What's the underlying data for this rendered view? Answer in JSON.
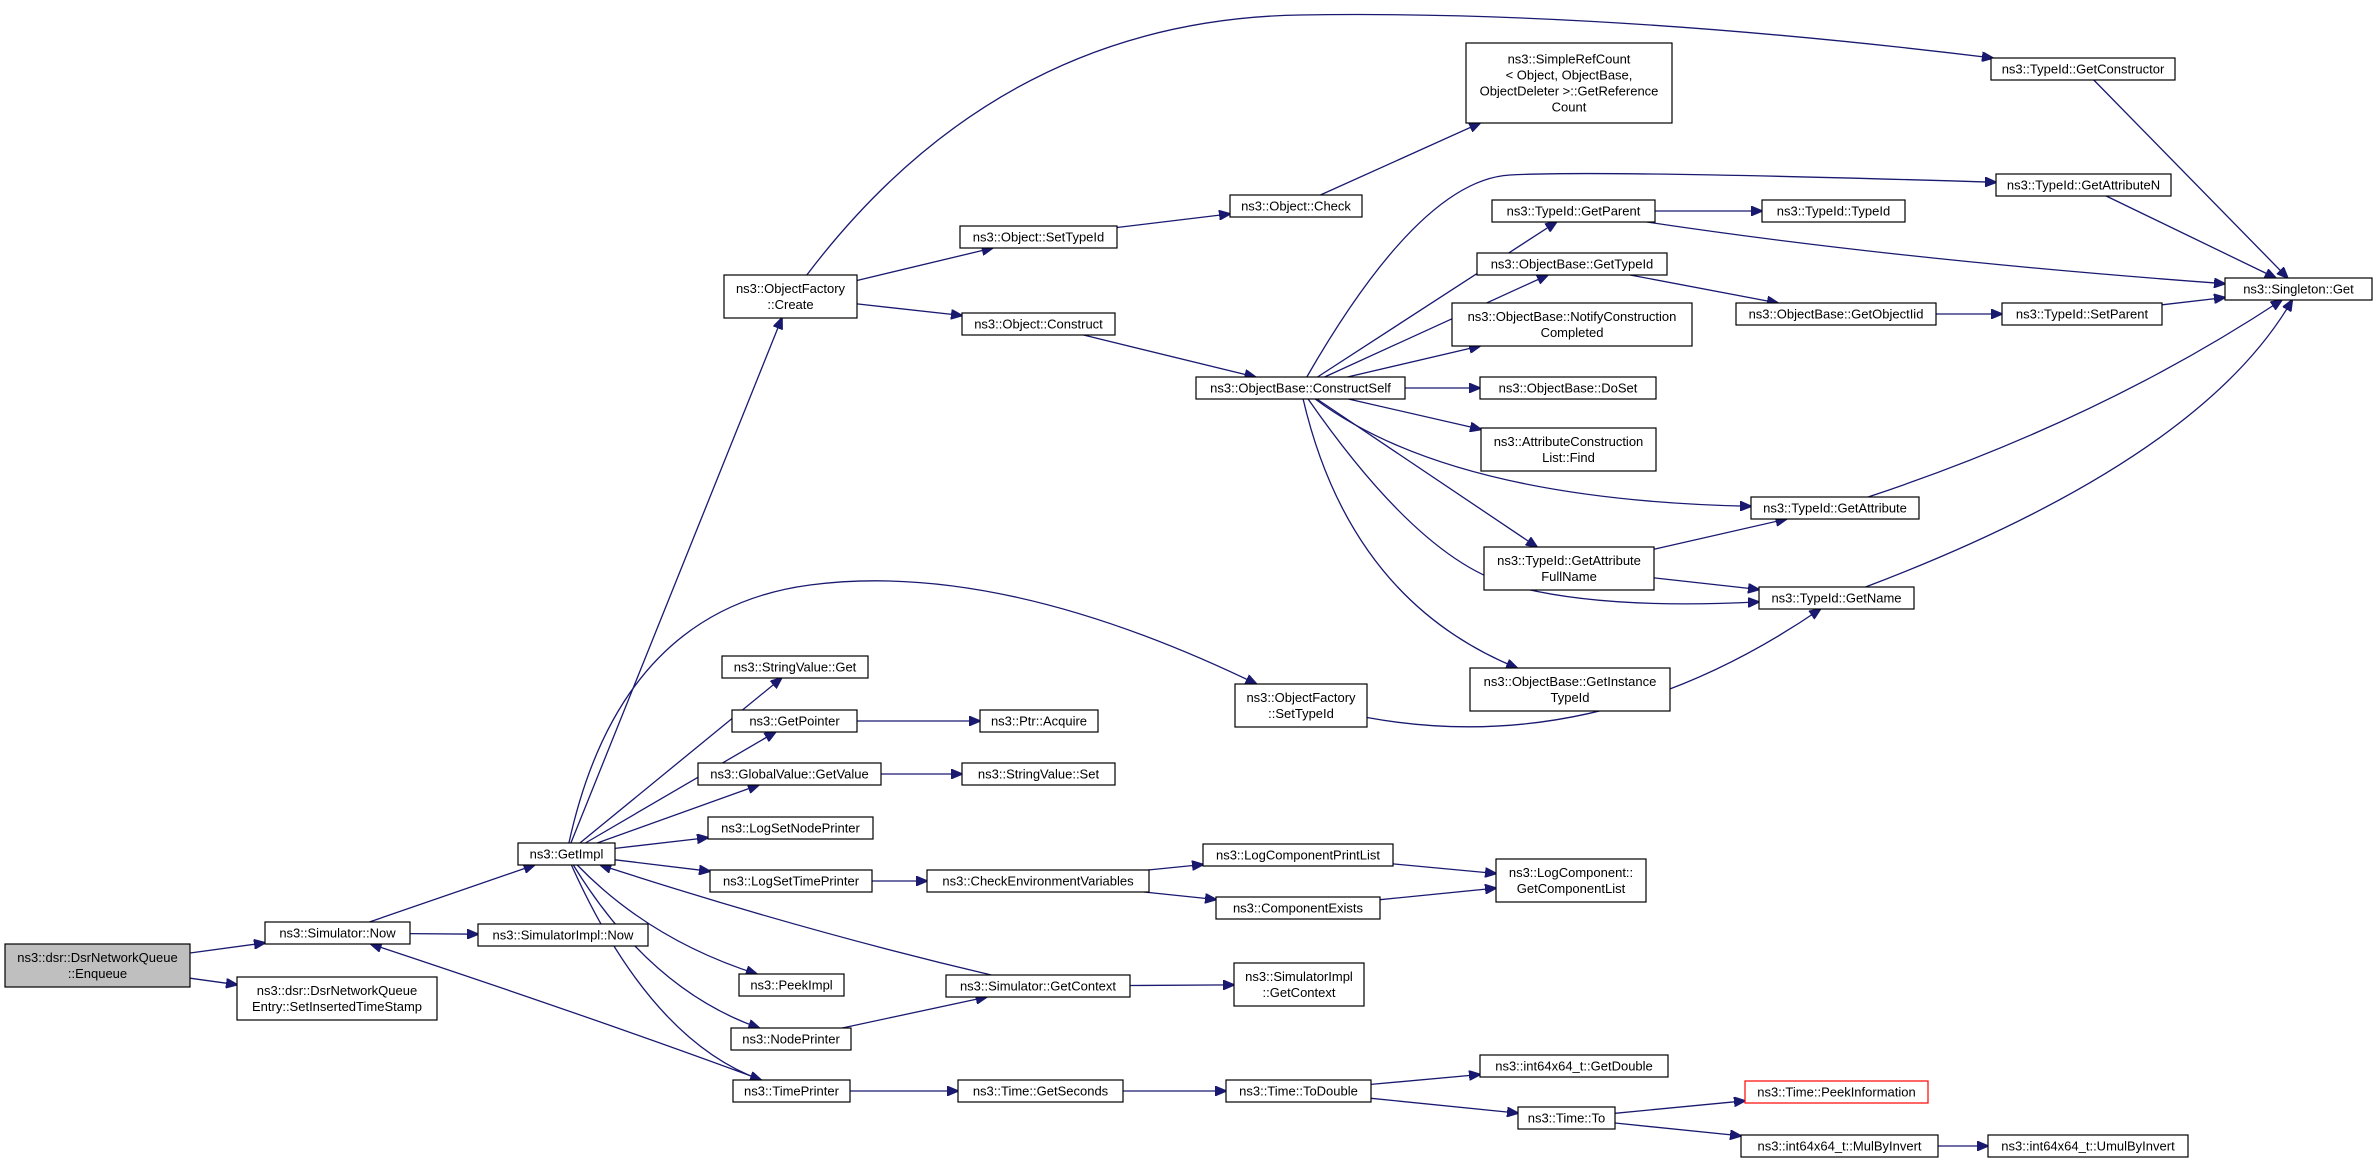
{
  "graph": {
    "edge_color": "#191970",
    "root_fill": "#bfbfbf",
    "highlight_border": "#ff0000",
    "nodes": [
      {
        "id": "enqueue",
        "lines": [
          "ns3::dsr::DsrNetworkQueue",
          "::Enqueue"
        ],
        "root": true
      },
      {
        "id": "sim_now",
        "lines": [
          "ns3::Simulator::Now"
        ]
      },
      {
        "id": "set_inserted",
        "lines": [
          "ns3::dsr::DsrNetworkQueue",
          "Entry::SetInsertedTimeStamp"
        ]
      },
      {
        "id": "getimpl",
        "lines": [
          "ns3::GetImpl"
        ]
      },
      {
        "id": "simimpl_now",
        "lines": [
          "ns3::SimulatorImpl::Now"
        ]
      },
      {
        "id": "of_create",
        "lines": [
          "ns3::ObjectFactory",
          "::Create"
        ]
      },
      {
        "id": "stringvalue_get",
        "lines": [
          "ns3::StringValue::Get"
        ]
      },
      {
        "id": "getpointer",
        "lines": [
          "ns3::GetPointer"
        ]
      },
      {
        "id": "globalvalue_getvalue",
        "lines": [
          "ns3::GlobalValue::GetValue"
        ]
      },
      {
        "id": "logsetnodeprinter",
        "lines": [
          "ns3::LogSetNodePrinter"
        ]
      },
      {
        "id": "logsettimeprinter",
        "lines": [
          "ns3::LogSetTimePrinter"
        ]
      },
      {
        "id": "peekimpl",
        "lines": [
          "ns3::PeekImpl"
        ]
      },
      {
        "id": "nodeprinter",
        "lines": [
          "ns3::NodePrinter"
        ]
      },
      {
        "id": "timeprinter",
        "lines": [
          "ns3::TimePrinter"
        ]
      },
      {
        "id": "obj_settypeid",
        "lines": [
          "ns3::Object::SetTypeId"
        ]
      },
      {
        "id": "obj_construct",
        "lines": [
          "ns3::Object::Construct"
        ]
      },
      {
        "id": "ptr_acquire",
        "lines": [
          "ns3::Ptr::Acquire"
        ]
      },
      {
        "id": "stringvalue_set",
        "lines": [
          "ns3::StringValue::Set"
        ]
      },
      {
        "id": "checkenv",
        "lines": [
          "ns3::CheckEnvironmentVariables"
        ]
      },
      {
        "id": "sim_getcontext",
        "lines": [
          "ns3::Simulator::GetContext"
        ]
      },
      {
        "id": "time_getseconds",
        "lines": [
          "ns3::Time::GetSeconds"
        ]
      },
      {
        "id": "obj_check",
        "lines": [
          "ns3::Object::Check"
        ]
      },
      {
        "id": "ob_constructself",
        "lines": [
          "ns3::ObjectBase::ConstructSelf"
        ]
      },
      {
        "id": "of_settypeid",
        "lines": [
          "ns3::ObjectFactory",
          "::SetTypeId"
        ]
      },
      {
        "id": "logcompprintlist",
        "lines": [
          "ns3::LogComponentPrintList"
        ]
      },
      {
        "id": "compexists",
        "lines": [
          "ns3::ComponentExists"
        ]
      },
      {
        "id": "simimpl_getcontext",
        "lines": [
          "ns3::SimulatorImpl",
          "::GetContext"
        ]
      },
      {
        "id": "time_todouble",
        "lines": [
          "ns3::Time::ToDouble"
        ]
      },
      {
        "id": "simplerefcount",
        "lines": [
          "ns3::SimpleRefCount",
          "< Object, ObjectBase,",
          "ObjectDeleter >::GetReference",
          "Count"
        ]
      },
      {
        "id": "typeid_getparent",
        "lines": [
          "ns3::TypeId::GetParent"
        ]
      },
      {
        "id": "ob_gettypeid",
        "lines": [
          "ns3::ObjectBase::GetTypeId"
        ]
      },
      {
        "id": "ob_notify",
        "lines": [
          "ns3::ObjectBase::NotifyConstruction",
          "Completed"
        ]
      },
      {
        "id": "ob_doset",
        "lines": [
          "ns3::ObjectBase::DoSet"
        ]
      },
      {
        "id": "acl_find",
        "lines": [
          "ns3::AttributeConstruction",
          "List::Find"
        ]
      },
      {
        "id": "typeid_getattrfullname",
        "lines": [
          "ns3::TypeId::GetAttribute",
          "FullName"
        ]
      },
      {
        "id": "ob_getinstancetypeid",
        "lines": [
          "ns3::ObjectBase::GetInstance",
          "TypeId"
        ]
      },
      {
        "id": "logcomp_getlist",
        "lines": [
          "ns3::LogComponent::",
          "GetComponentList"
        ]
      },
      {
        "id": "int64_getdouble",
        "lines": [
          "ns3::int64x64_t::GetDouble"
        ]
      },
      {
        "id": "time_to",
        "lines": [
          "ns3::Time::To"
        ]
      },
      {
        "id": "typeid_typeid",
        "lines": [
          "ns3::TypeId::TypeId"
        ]
      },
      {
        "id": "ob_getobjectiid",
        "lines": [
          "ns3::ObjectBase::GetObjectIid"
        ]
      },
      {
        "id": "typeid_getattribute",
        "lines": [
          "ns3::TypeId::GetAttribute"
        ]
      },
      {
        "id": "typeid_getname",
        "lines": [
          "ns3::TypeId::GetName"
        ]
      },
      {
        "id": "time_peekinfo",
        "lines": [
          "ns3::Time::PeekInformation"
        ],
        "highlight": true
      },
      {
        "id": "int64_mulbyinvert",
        "lines": [
          "ns3::int64x64_t::MulByInvert"
        ]
      },
      {
        "id": "typeid_getconstructor",
        "lines": [
          "ns3::TypeId::GetConstructor"
        ]
      },
      {
        "id": "typeid_getattributen",
        "lines": [
          "ns3::TypeId::GetAttributeN"
        ]
      },
      {
        "id": "typeid_setparent",
        "lines": [
          "ns3::TypeId::SetParent"
        ]
      },
      {
        "id": "int64_umulbyinvert",
        "lines": [
          "ns3::int64x64_t::UmulByInvert"
        ]
      },
      {
        "id": "singleton_get",
        "lines": [
          "ns3::Singleton::Get"
        ]
      }
    ],
    "edges": [
      [
        "enqueue",
        "sim_now"
      ],
      [
        "enqueue",
        "set_inserted"
      ],
      [
        "sim_now",
        "getimpl"
      ],
      [
        "sim_now",
        "simimpl_now"
      ],
      [
        "getimpl",
        "of_create"
      ],
      [
        "getimpl",
        "stringvalue_get"
      ],
      [
        "getimpl",
        "getpointer"
      ],
      [
        "getimpl",
        "globalvalue_getvalue"
      ],
      [
        "getimpl",
        "logsetnodeprinter"
      ],
      [
        "getimpl",
        "logsettimeprinter"
      ],
      [
        "getimpl",
        "peekimpl"
      ],
      [
        "getimpl",
        "nodeprinter"
      ],
      [
        "getimpl",
        "timeprinter"
      ],
      [
        "getimpl",
        "of_settypeid"
      ],
      [
        "of_create",
        "obj_settypeid"
      ],
      [
        "of_create",
        "obj_construct"
      ],
      [
        "of_create",
        "typeid_getconstructor"
      ],
      [
        "getpointer",
        "ptr_acquire"
      ],
      [
        "globalvalue_getvalue",
        "stringvalue_set"
      ],
      [
        "logsettimeprinter",
        "checkenv"
      ],
      [
        "nodeprinter",
        "sim_getcontext"
      ],
      [
        "sim_getcontext",
        "getimpl"
      ],
      [
        "sim_getcontext",
        "simimpl_getcontext"
      ],
      [
        "timeprinter",
        "sim_now"
      ],
      [
        "timeprinter",
        "time_getseconds"
      ],
      [
        "obj_settypeid",
        "obj_check"
      ],
      [
        "obj_check",
        "simplerefcount"
      ],
      [
        "obj_construct",
        "ob_constructself"
      ],
      [
        "checkenv",
        "logcompprintlist"
      ],
      [
        "checkenv",
        "compexists"
      ],
      [
        "logcompprintlist",
        "logcomp_getlist"
      ],
      [
        "compexists",
        "logcomp_getlist"
      ],
      [
        "time_getseconds",
        "time_todouble"
      ],
      [
        "time_todouble",
        "int64_getdouble"
      ],
      [
        "time_todouble",
        "time_to"
      ],
      [
        "time_to",
        "time_peekinfo"
      ],
      [
        "time_to",
        "int64_mulbyinvert"
      ],
      [
        "int64_mulbyinvert",
        "int64_umulbyinvert"
      ],
      [
        "ob_constructself",
        "typeid_getattributen"
      ],
      [
        "ob_constructself",
        "typeid_getparent"
      ],
      [
        "ob_constructself",
        "ob_gettypeid"
      ],
      [
        "ob_constructself",
        "ob_notify"
      ],
      [
        "ob_constructself",
        "ob_doset"
      ],
      [
        "ob_constructself",
        "acl_find"
      ],
      [
        "ob_constructself",
        "typeid_getattribute"
      ],
      [
        "ob_constructself",
        "typeid_getattrfullname"
      ],
      [
        "ob_constructself",
        "typeid_getname"
      ],
      [
        "ob_constructself",
        "ob_getinstancetypeid"
      ],
      [
        "typeid_getparent",
        "typeid_typeid"
      ],
      [
        "typeid_getparent",
        "singleton_get"
      ],
      [
        "ob_gettypeid",
        "ob_getobjectiid"
      ],
      [
        "ob_getobjectiid",
        "typeid_setparent"
      ],
      [
        "typeid_setparent",
        "singleton_get"
      ],
      [
        "typeid_getattrfullname",
        "typeid_getattribute"
      ],
      [
        "typeid_getattrfullname",
        "typeid_getname"
      ],
      [
        "typeid_getattribute",
        "singleton_get"
      ],
      [
        "typeid_getname",
        "singleton_get"
      ],
      [
        "of_settypeid",
        "typeid_getname"
      ],
      [
        "typeid_getconstructor",
        "singleton_get"
      ],
      [
        "typeid_getattributen",
        "singleton_get"
      ]
    ]
  }
}
